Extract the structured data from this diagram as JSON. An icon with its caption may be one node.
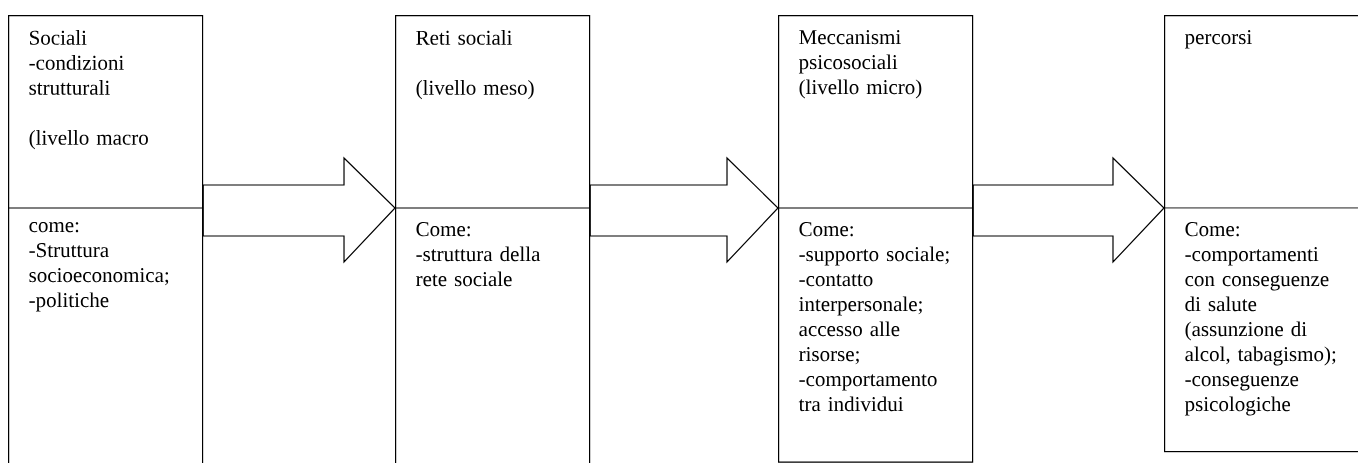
{
  "diagram": {
    "nodes": [
      {
        "text": [
          "Sociali",
          "-condizioni strutturali",
          "(livello macro",
          "come:",
          "-Struttura socioeconomica;",
          "-politiche"
        ]
      },
      {
        "text": [
          "Reti sociali",
          "(livello meso)",
          "Come:",
          "-struttura della rete sociale"
        ]
      },
      {
        "text": [
          "Meccanismi psicosociali",
          "(livello micro)",
          "Come:",
          "-supporto sociale;",
          "-contatto interpersonale;",
          "accesso alle risorse;",
          "-comportamento tra individui"
        ]
      },
      {
        "text": [
          "percorsi",
          "Come:",
          "-comportamenti con conseguenze di salute (assunzione di alcol, tabagismo);",
          "-conseguenze psicologiche"
        ]
      }
    ],
    "edges": [
      {
        "from": 0,
        "to": 1,
        "arrow": "to"
      },
      {
        "from": 1,
        "to": 2,
        "arrow": "to"
      },
      {
        "from": 2,
        "to": 3,
        "arrow": "to"
      }
    ]
  }
}
